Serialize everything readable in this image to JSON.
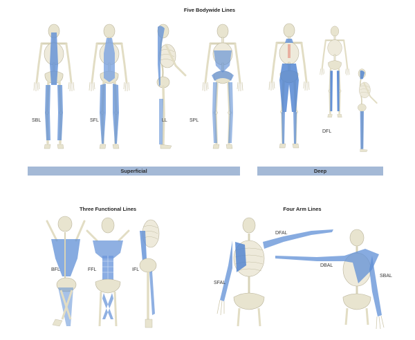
{
  "colors": {
    "bone": "#e8e4cf",
    "bone_stroke": "#b9b39a",
    "muscle": "#5f8fd6",
    "muscle_light": "#9dbcea",
    "bar": "#a4b9d6",
    "accent_pink": "#e8b0a0"
  },
  "five_bodywide_lines": {
    "title": "Five Bodywide Lines",
    "figures": [
      {
        "label": "SBL",
        "view": "back"
      },
      {
        "label": "SFL",
        "view": "front"
      },
      {
        "label": "LL",
        "view": "side"
      },
      {
        "label": "SPL",
        "view": "front"
      }
    ],
    "deep_figures_label": "DFL",
    "superficial_bar": "Superficial",
    "deep_bar": "Deep"
  },
  "three_functional_lines": {
    "title": "Three Functional Lines",
    "figures": [
      {
        "label": "BFL",
        "view": "back"
      },
      {
        "label": "FFL",
        "view": "front"
      },
      {
        "label": "IFL",
        "view": "side"
      }
    ]
  },
  "four_arm_lines": {
    "title": "Four Arm Lines",
    "figures": [
      {
        "label": "DFAL"
      },
      {
        "label": "SFAL"
      },
      {
        "label": "DBAL"
      },
      {
        "label": "SBAL"
      }
    ]
  }
}
